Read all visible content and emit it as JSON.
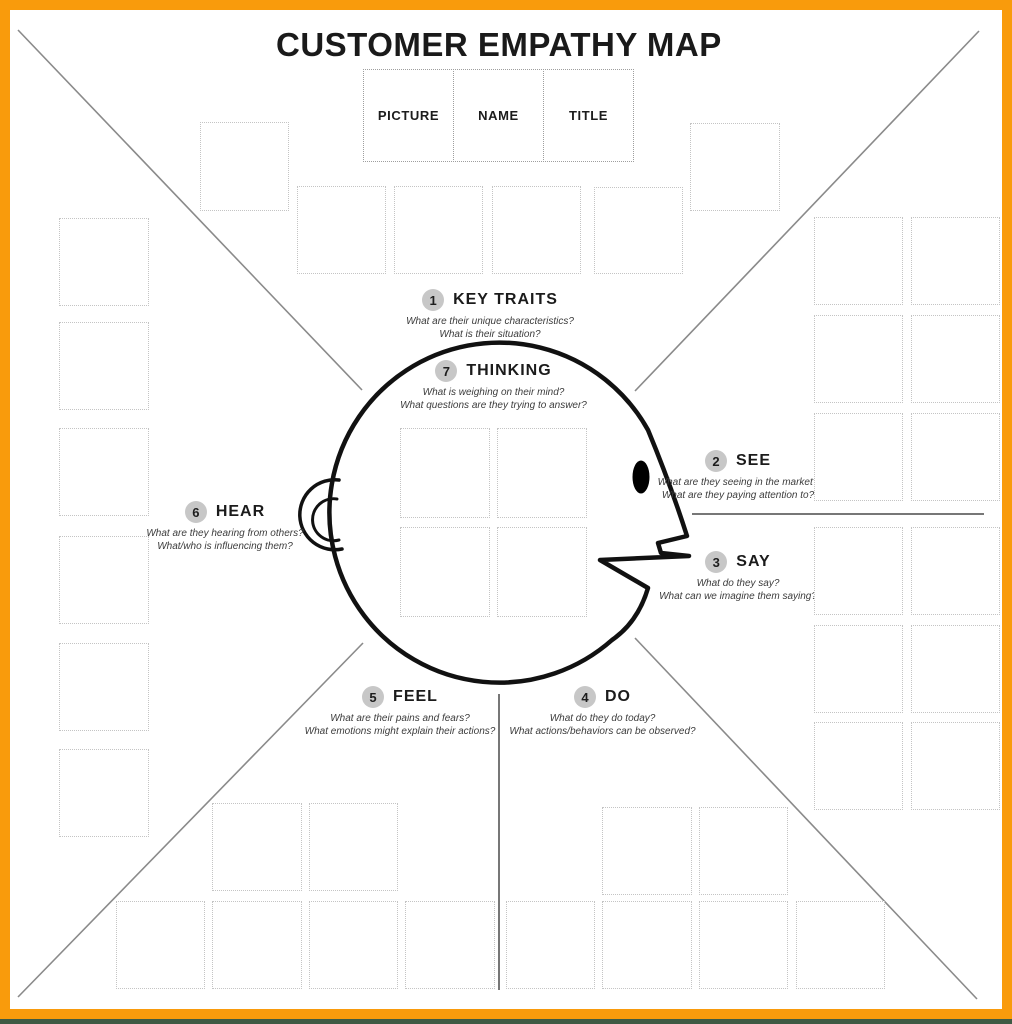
{
  "title": "CUSTOMER EMPATHY MAP",
  "profile_fields": [
    {
      "label": "PICTURE"
    },
    {
      "label": "NAME"
    },
    {
      "label": "TITLE"
    }
  ],
  "sections": [
    {
      "number": "1",
      "label": "KEY TRAITS",
      "questions": [
        "What are their unique characteristics?",
        "What is their situation?"
      ]
    },
    {
      "number": "2",
      "label": "SEE",
      "questions": [
        "What are they seeing in the market?",
        "What are they paying attention to?"
      ]
    },
    {
      "number": "3",
      "label": "SAY",
      "questions": [
        "What do they say?",
        "What can we imagine them saying?"
      ]
    },
    {
      "number": "4",
      "label": "DO",
      "questions": [
        "What do they do today?",
        "What actions/behaviors can be observed?"
      ]
    },
    {
      "number": "5",
      "label": "FEEL",
      "questions": [
        "What are their pains and fears?",
        "What emotions might explain their actions?"
      ]
    },
    {
      "number": "6",
      "label": "HEAR",
      "questions": [
        "What are they hearing from others?",
        "What/who is influencing them?"
      ]
    },
    {
      "number": "7",
      "label": "THINKING",
      "questions": [
        "What is weighing on their mind?",
        "What questions are they trying to answer?"
      ]
    }
  ],
  "colors": {
    "frame_orange": "#F99B0C",
    "footer_green": "#3E5A44",
    "badge_gray": "#C7C7C7",
    "line_gray": "#8A8A8A",
    "head_black": "#111111",
    "slot_border": "#C4C4C4"
  }
}
